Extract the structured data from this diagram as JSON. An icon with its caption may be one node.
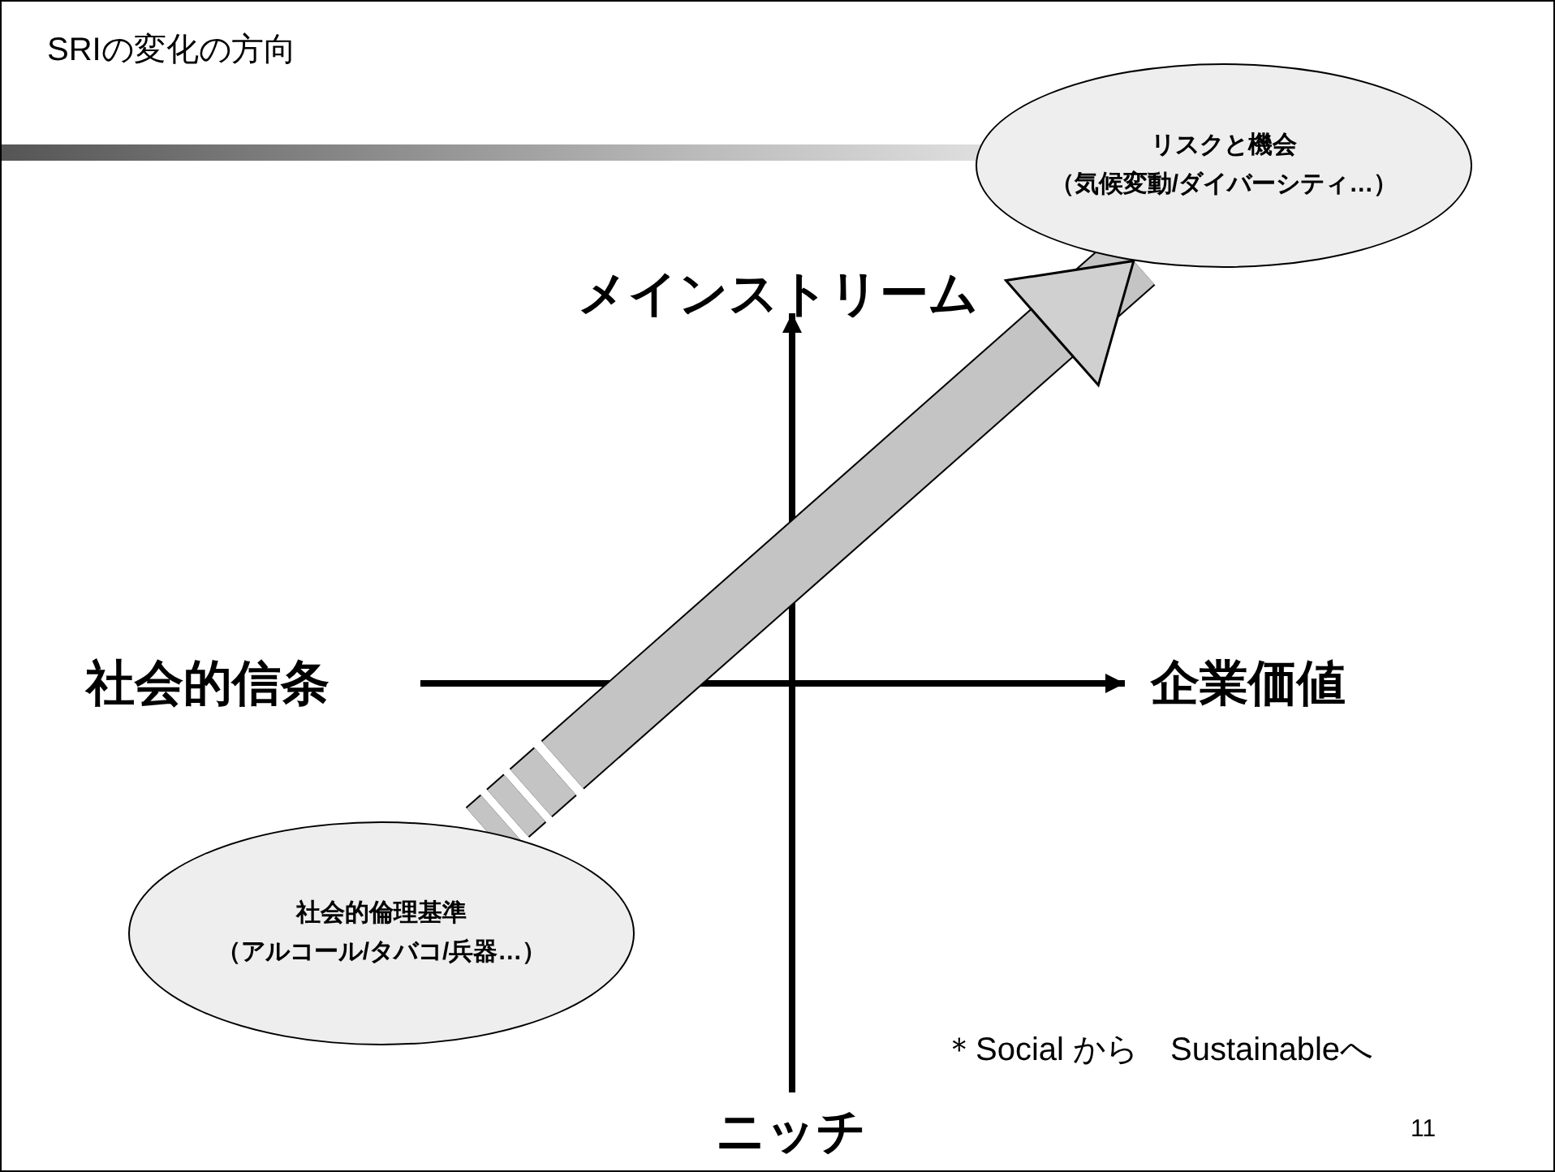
{
  "diagram": {
    "title": "SRIの変化の方向",
    "nodes": [
      {
        "text": [
          "リスクと機会",
          "（気候変動/ダイバーシティ…）"
        ]
      },
      {
        "text": [
          "社会的倫理基準",
          "（アルコール/タバコ/兵器…）"
        ]
      }
    ],
    "edges": [
      {
        "from": 1,
        "to": 0,
        "arrow": "to"
      }
    ],
    "labels": [
      "メインストリーム",
      "社会的信条",
      "企業価値",
      "ニッチ",
      "＊Social から　Sustainableへ",
      "11"
    ]
  }
}
